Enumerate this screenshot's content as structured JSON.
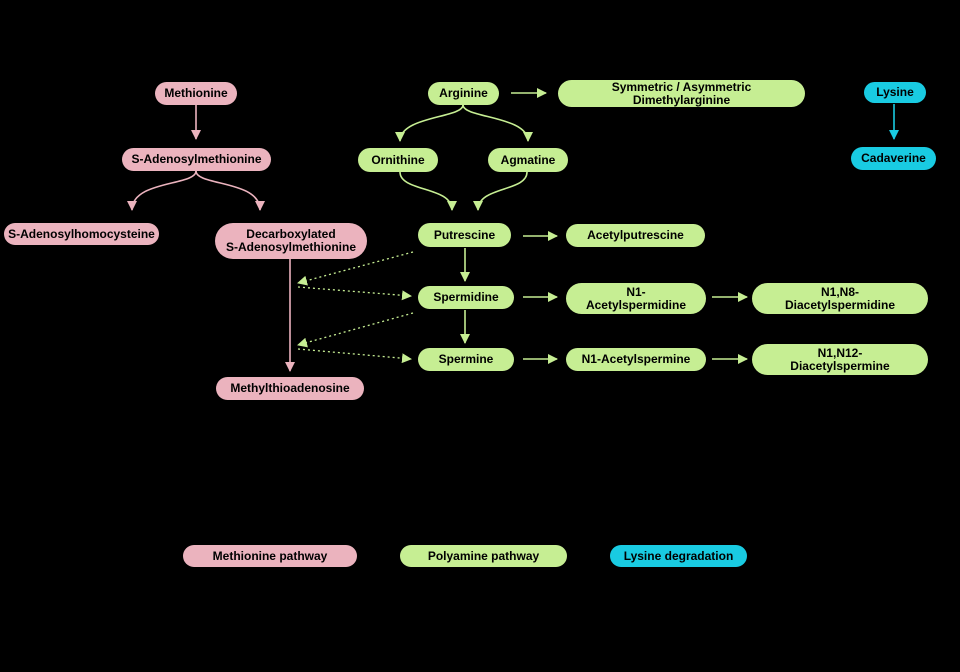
{
  "colors": {
    "background": "#000000",
    "methionine": "#EBB3BE",
    "polyamine": "#C6EE93",
    "lysine": "#19CBE2"
  },
  "nodes": {
    "methionine": "Methionine",
    "s_adenosylmethionine": "S-Adenosylmethionine",
    "s_adenosylhomocysteine": "S-Adenosylhomocysteine",
    "decarboxylated_sam": "Decarboxylated\nS-Adenosylmethionine",
    "methylthioadenosine": "Methylthioadenosine",
    "arginine": "Arginine",
    "dimethylarginine": "Symmetric / Asymmetric\nDimethylarginine",
    "ornithine": "Ornithine",
    "agmatine": "Agmatine",
    "putrescine": "Putrescine",
    "acetylputrescine": "Acetylputrescine",
    "spermidine": "Spermidine",
    "n1_acetylspermidine": "N1-\nAcetylspermidine",
    "n1n8_diacetylspermidine": "N1,N8-\nDiacetylspermidine",
    "spermine": "Spermine",
    "n1_acetylspermine": "N1-Acetylspermine",
    "n1n12_diacetylspermine": "N1,N12-\nDiacetylspermine",
    "lysine": "Lysine",
    "cadaverine": "Cadaverine"
  },
  "legend": {
    "methionine_pathway": "Methionine pathway",
    "polyamine_pathway": "Polyamine pathway",
    "lysine_degradation": "Lysine degradation"
  }
}
